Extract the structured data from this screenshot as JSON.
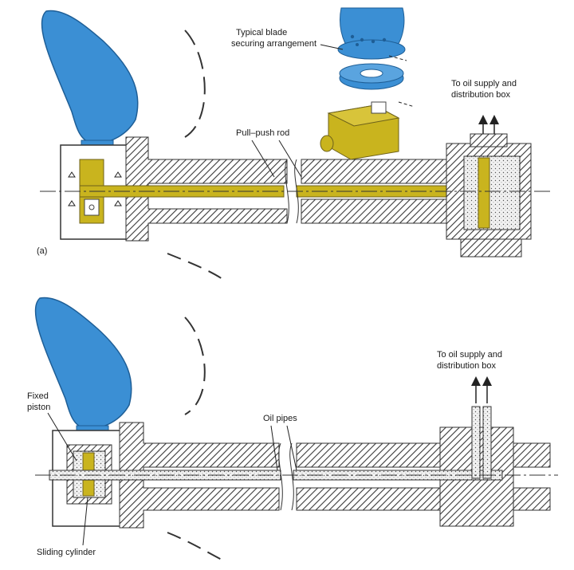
{
  "diagram_a": {
    "panel_label": "(a)",
    "blade_label_line1": "Typical blade",
    "blade_label_line2": "securing arrangement",
    "rod_label": "Pull–push rod",
    "oil_label_line1": "To oil supply and",
    "oil_label_line2": "distribution box"
  },
  "diagram_b": {
    "fixed_piston_line1": "Fixed",
    "fixed_piston_line2": "piston",
    "oil_pipes_label": "Oil pipes",
    "oil_label_line1": "To oil supply and",
    "oil_label_line2": "distribution box",
    "sliding_cylinder_label": "Sliding cylinder"
  },
  "colors": {
    "blade": "#3b8fd4",
    "mechanism": "#c9b41e",
    "hatch": "#3a3a3a",
    "oil_fill": "#e6e6e6"
  }
}
